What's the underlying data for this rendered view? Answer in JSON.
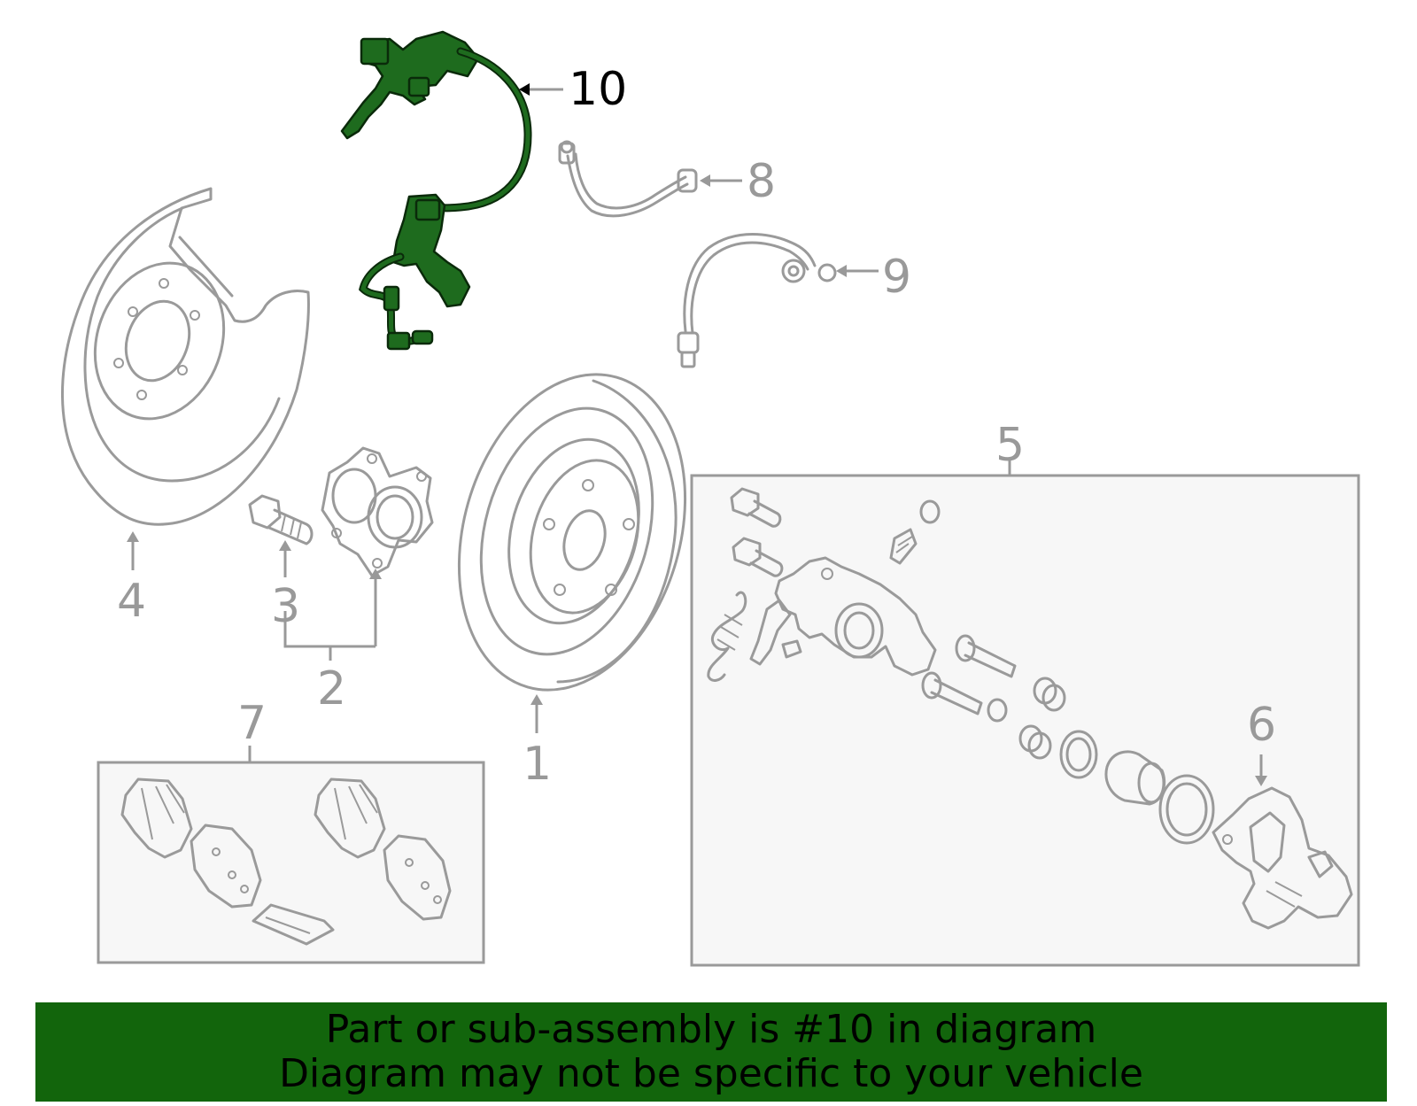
{
  "diagram": {
    "callouts": [
      {
        "id": "1",
        "label": "1"
      },
      {
        "id": "2",
        "label": "2"
      },
      {
        "id": "3",
        "label": "3"
      },
      {
        "id": "4",
        "label": "4"
      },
      {
        "id": "5",
        "label": "5"
      },
      {
        "id": "6",
        "label": "6"
      },
      {
        "id": "7",
        "label": "7"
      },
      {
        "id": "8",
        "label": "8"
      },
      {
        "id": "9",
        "label": "9"
      },
      {
        "id": "10",
        "label": "10"
      }
    ],
    "highlighted_part": "10",
    "colors": {
      "highlight_fill": "#1e6b1e",
      "part_stroke": "#9a9a9a",
      "label_inactive": "#999999",
      "label_active": "#000000",
      "banner_background": "#12650c"
    }
  },
  "banner": {
    "line1": "Part or sub-assembly is #10 in diagram",
    "line2": "Diagram may not be specific to your vehicle"
  }
}
